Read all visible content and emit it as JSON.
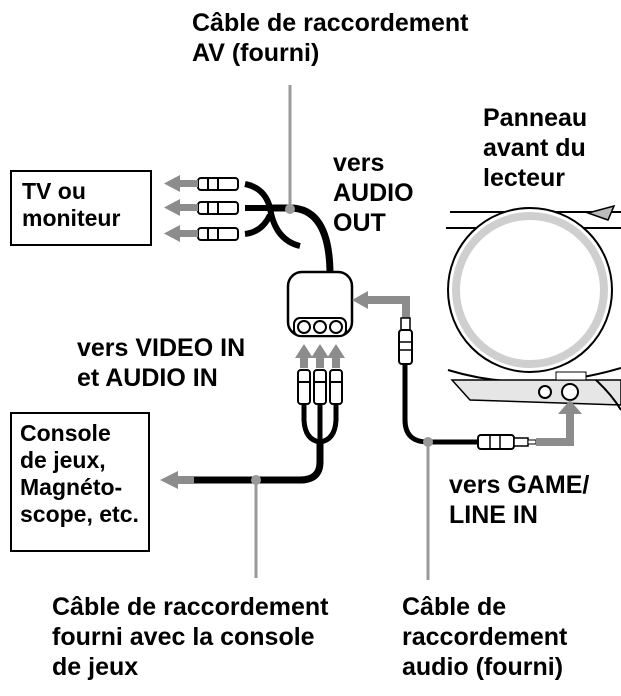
{
  "labels": {
    "av_cable": [
      "Câble de raccordement",
      "AV (fourni)"
    ],
    "front_panel": [
      "Panneau",
      "avant du",
      "lecteur"
    ],
    "audio_out": [
      "vers",
      "AUDIO",
      "OUT"
    ],
    "video_in": [
      "vers VIDEO IN",
      "et AUDIO IN"
    ],
    "game_line_in": [
      "vers GAME/",
      "LINE IN"
    ],
    "console_cable": [
      "Câble de raccordement",
      "fourni avec la console",
      "de jeux"
    ],
    "audio_cable": [
      "Câble de",
      "raccordement",
      "audio (fourni)"
    ]
  },
  "boxes": {
    "tv": [
      "TV ou",
      "moniteur"
    ],
    "console": [
      "Console",
      "de jeux,",
      "Magnéto-",
      "scope, etc."
    ]
  },
  "colors": {
    "cable": "#000000",
    "arrow": "#8c8c8c",
    "leader": "#9a9a9a",
    "device": "#cfcfcf"
  }
}
